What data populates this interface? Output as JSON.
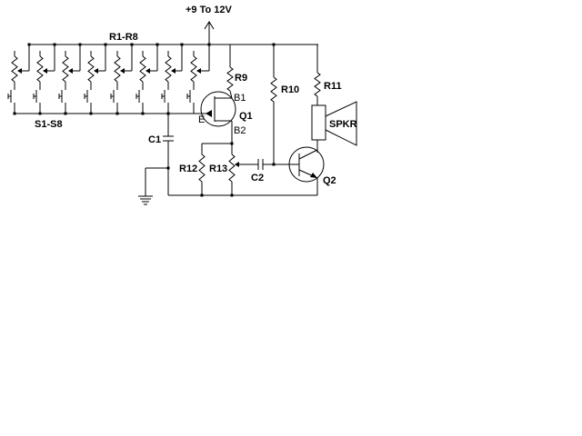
{
  "supply_label": "+9 To 12V",
  "labels": {
    "pots": "R1-R8",
    "switches": "S1-S8",
    "r9": "R9",
    "r10": "R10",
    "r11": "R11",
    "r12": "R12",
    "r13": "R13",
    "c1": "C1",
    "c2": "C2",
    "q1": "Q1",
    "q2": "Q2",
    "speaker": "SPKR",
    "b1": "B1",
    "b2": "B2",
    "emitter": "E"
  },
  "colors": {
    "wire": "#000000",
    "background": "#ffffff"
  }
}
